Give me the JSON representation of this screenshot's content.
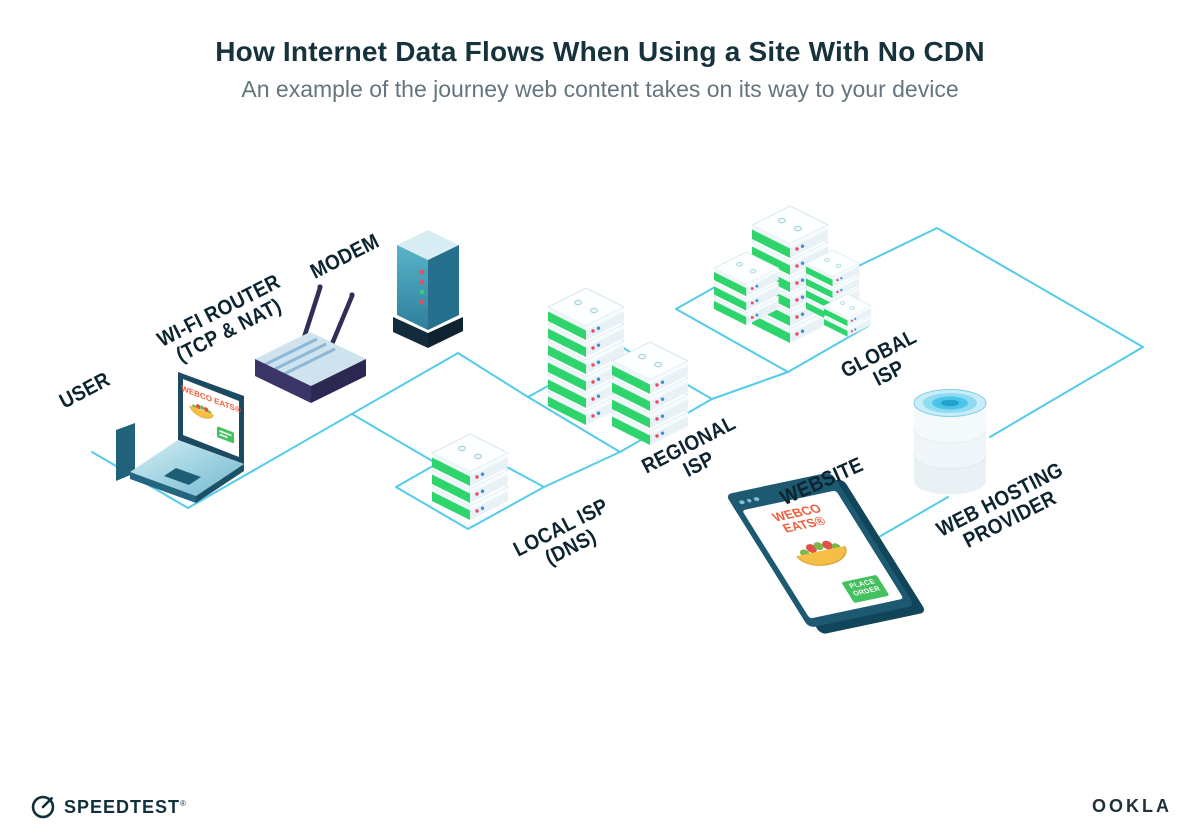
{
  "header": {
    "title": "How Internet Data Flows When Using a Site With No CDN",
    "subtitle": "An example of the journey web content takes on its way to your device"
  },
  "diagram": {
    "nodes": [
      {
        "id": "user",
        "label": "USER"
      },
      {
        "id": "wifi-router",
        "label": "WI-FI ROUTER",
        "sublabel": "(TCP & NAT)"
      },
      {
        "id": "modem",
        "label": "MODEM"
      },
      {
        "id": "local-isp",
        "label": "LOCAL ISP",
        "sublabel": "(DNS)"
      },
      {
        "id": "regional-isp",
        "label": "REGIONAL",
        "sublabel": "ISP"
      },
      {
        "id": "global-isp",
        "label": "GLOBAL",
        "sublabel": "ISP"
      },
      {
        "id": "website",
        "label": "WEBSITE"
      },
      {
        "id": "web-hosting",
        "label": "WEB HOSTING",
        "sublabel": "PROVIDER"
      }
    ],
    "website_window": {
      "brand": "WEBCO EATS®",
      "order_button": "PLACE ORDER"
    },
    "laptop_screen": {
      "brand": "WEBCO EATS®"
    }
  },
  "footer": {
    "speedtest_label": "SPEEDTEST",
    "speedtest_mark": "®",
    "ookla_label": "OOKLA"
  },
  "colors": {
    "connection_line": "#54CBE9",
    "server_green": "#2ED46C",
    "brand_orange": "#EE5F3D",
    "teal_dark": "#1D5A72",
    "title_dark": "#16323C"
  }
}
